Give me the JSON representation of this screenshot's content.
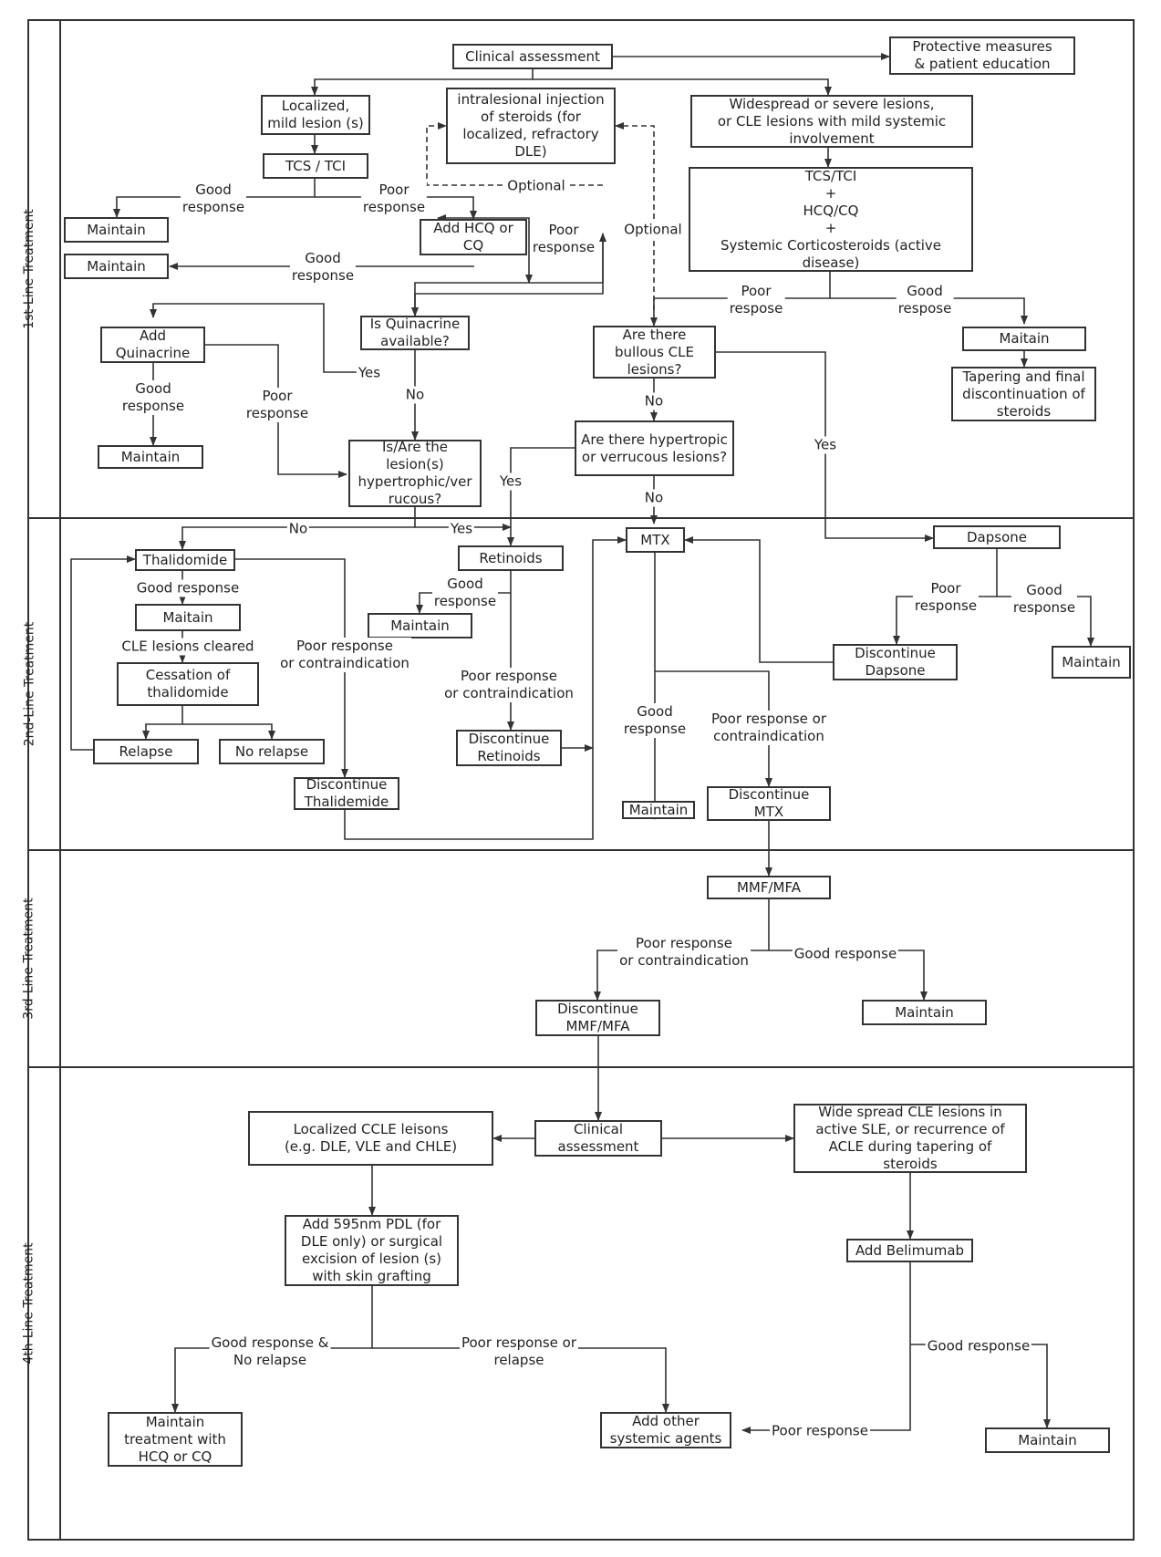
{
  "bands": {
    "line1": "1st-Line Treatment",
    "line2": "2nd-Line Treatment",
    "line3": "3rd-Line Treatment",
    "line4": "4th-Line Treatment"
  },
  "nodes": {
    "clinical_assessment": "Clinical assessment",
    "protective": "Protective measures\n& patient education",
    "localized": "Localized,\nmild lesion (s)",
    "intralesional": "intralesional injection\nof steroids (for\nlocalized, refractory\nDLE)",
    "widespread": "Widespread or severe lesions,\nor CLE lesions with mild systemic\ninvolvement",
    "tcs_tci": "TCS / TCI",
    "combo": "TCS/TCI\n+\nHCQ/CQ\n+\nSystemic Corticosteroids (active\ndisease)",
    "maintain_1": "Maintain",
    "add_hcq": "Add HCQ or\nCQ",
    "maintain_2": "Maintain",
    "is_quinacrine": "Is Quinacrine\navailable?",
    "add_quinacrine": "Add\nQuinacrine",
    "maintain_3": "Maintain",
    "hypertrophic_q": "Is/Are the\nlesion(s)\nhypertrophic/ver\nrucous?",
    "bullous_q": "Are there\nbullous CLE\nlesions?",
    "hypertropic_q2": "Are there hypertropic\nor verrucous lesions?",
    "maitain_top": "Maitain",
    "tapering": "Tapering and final\ndiscontinuation of\nsteroids",
    "thalidomide": "Thalidomide",
    "maitain_thal": "Maitain",
    "cessation": "Cessation of\nthalidomide",
    "relapse": "Relapse",
    "no_relapse": "No relapse",
    "discontinue_thal": "Discontinue\nThalidemide",
    "retinoids": "Retinoids",
    "maintain_ret": "Maintain",
    "discontinue_ret": "Discontinue\nRetinoids",
    "mtx": "MTX",
    "maintain_mtx": "Maintain",
    "discontinue_mtx": "Discontinue\nMTX",
    "dapsone": "Dapsone",
    "discontinue_dap": "Discontinue\nDapsone",
    "maintain_dap": "Maintain",
    "mmf": "MMF/MFA",
    "discontinue_mmf": "Discontinue\nMMF/MFA",
    "maintain_mmf": "Maintain",
    "localized_ccle": "Localized CCLE leisons\n(e.g. DLE, VLE and CHLE)",
    "clinical_assessment_2": "Clinical\nassessment",
    "wide_spread": "Wide spread CLE lesions in\nactive SLE, or recurrence of\nACLE during tapering of\nsteroids",
    "add_pdl": "Add 595nm PDL (for\nDLE only)  or surgical\nexcision of lesion (s)\nwith skin grafting",
    "add_belimumab": "Add Belimumab",
    "maintain_hcq": "Maintain\ntreatment with\nHCQ or CQ",
    "add_other": "Add other\nsystemic agents",
    "maintain_bel": "Maintain"
  },
  "labels": {
    "good_response_a": "Good\nresponse",
    "poor_response_a": "Poor\nresponse",
    "optional_a": "Optional",
    "poor_response_b": "Poor\nresponse",
    "optional_b": "Optional",
    "good_response_b": "Good\nresponse",
    "poor_respose_c": "Poor\nrespose",
    "good_respose_c": "Good\nrespose",
    "good_response_d": "Good\nresponse",
    "poor_response_d": "Poor\nresponse",
    "yes_a": "Yes",
    "no_a": "No",
    "no_b": "No",
    "yes_b": "Yes",
    "yes_c": "Yes",
    "no_c": "No",
    "no_d": "No",
    "yes_d": "Yes",
    "good_response_thal": "Good response",
    "cle_cleared": "CLE lesions cleared",
    "poor_contra_thal": "Poor response\nor contraindication",
    "good_response_ret": "Good\nresponse",
    "poor_contra_ret": "Poor response\nor contraindication",
    "good_response_mtx": "Good\nresponse",
    "poor_contra_mtx": "Poor response or\ncontraindication",
    "poor_response_dap": "Poor\nresponse",
    "good_response_dap": "Good\nresponse",
    "poor_contra_mmf": "Poor response\nor contraindication",
    "good_response_mmf": "Good response",
    "good_no_relapse": "Good response &\nNo relapse",
    "poor_or_relapse": "Poor response or\nrelapse",
    "good_response_bel": "Good response",
    "poor_response_bel": "Poor response"
  }
}
